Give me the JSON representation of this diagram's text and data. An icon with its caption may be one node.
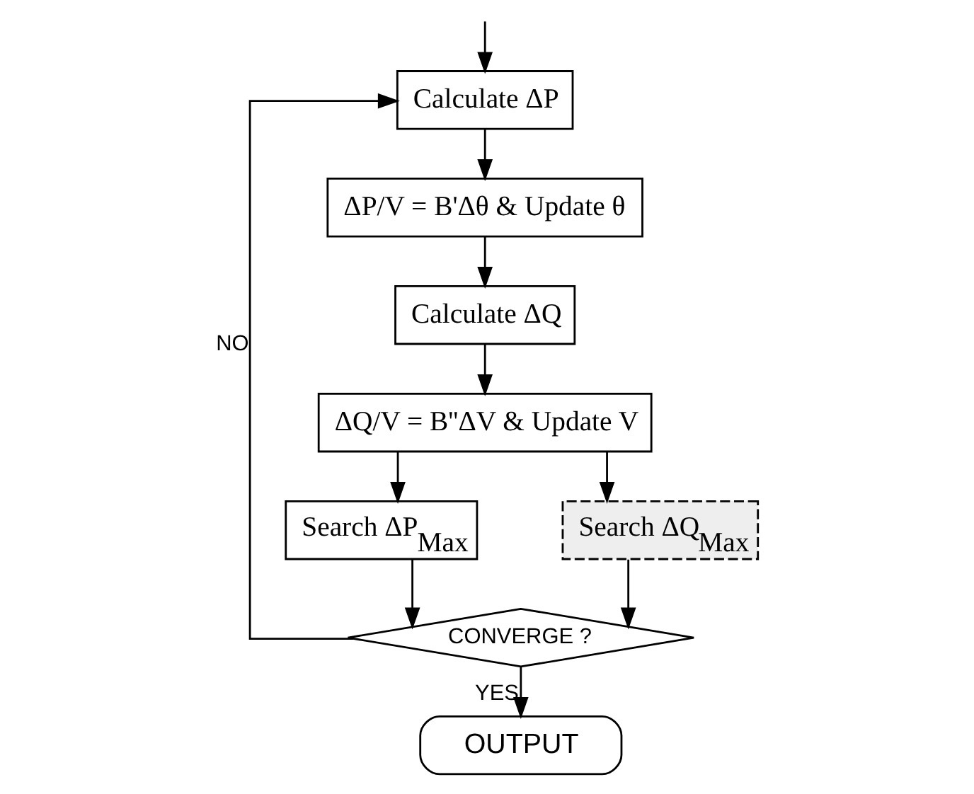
{
  "diagram": {
    "nodes": [
      {
        "text": [
          "Calculate ΔP"
        ]
      },
      {
        "text": [
          "ΔP/V = B'Δθ & Update θ"
        ]
      },
      {
        "text": [
          "Calculate ΔQ"
        ]
      },
      {
        "text": [
          "ΔQ/V = B''ΔV & Update V"
        ]
      },
      {
        "text": [
          "Search ΔP$_{Max}$"
        ]
      },
      {
        "text": [
          "Search ΔQ$_{Max}$"
        ]
      },
      {
        "text": [
          "CONVERGE ?"
        ]
      },
      {
        "text": [
          "OUTPUT"
        ]
      }
    ],
    "edges": [
      {
        "from": null,
        "to": 0,
        "arrow": "to"
      },
      {
        "from": 0,
        "to": 1,
        "arrow": "to"
      },
      {
        "from": 1,
        "to": 2,
        "arrow": "to"
      },
      {
        "from": 2,
        "to": 3,
        "arrow": "to"
      },
      {
        "from": 3,
        "to": 4,
        "arrow": "to"
      },
      {
        "from": 3,
        "to": 5,
        "arrow": "to"
      },
      {
        "from": 4,
        "to": 6,
        "arrow": "to"
      },
      {
        "from": 5,
        "to": 6,
        "arrow": "to"
      },
      {
        "from": 6,
        "to": 7,
        "arrow": "to",
        "label": "YES"
      },
      {
        "from": 6,
        "to": 0,
        "arrow": "to",
        "label": "NO"
      }
    ]
  }
}
